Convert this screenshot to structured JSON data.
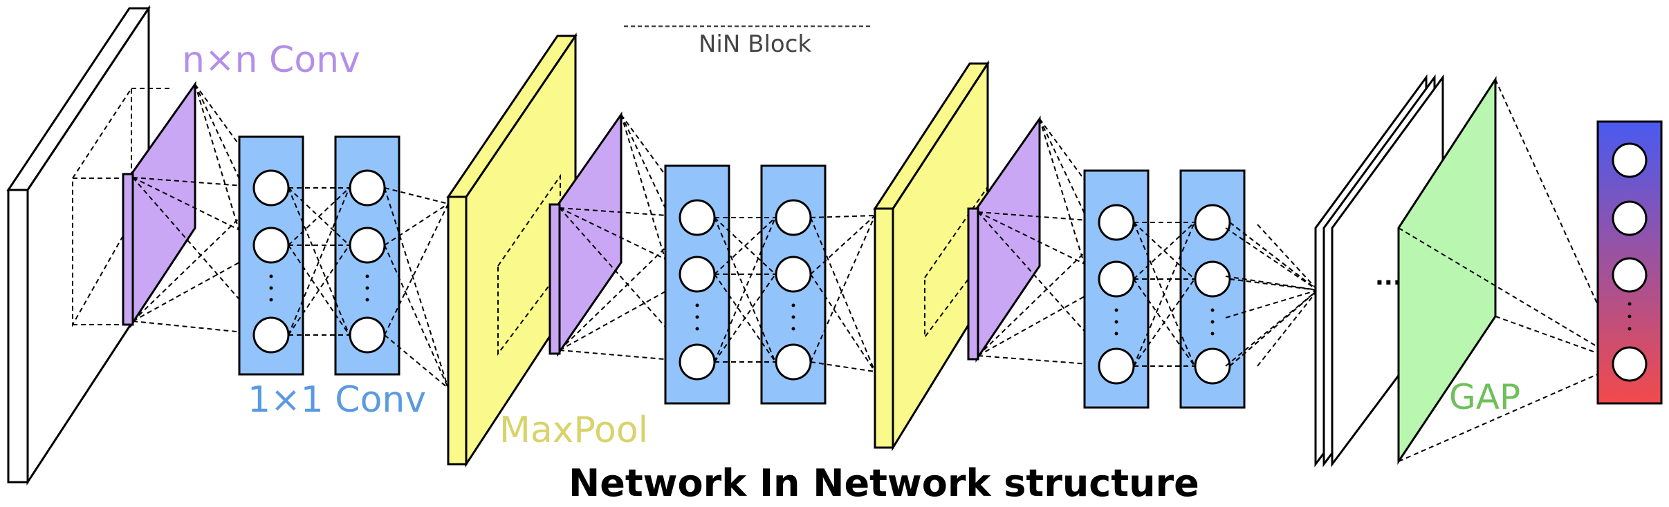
{
  "diagram": {
    "title": "Network In Network structure",
    "nin_block_label": "NiN Block",
    "labels": {
      "nxn_conv": "n×n Conv",
      "conv_1x1": "1×1 Conv",
      "maxpool": "MaxPool",
      "gap": "GAP",
      "ellipsis": "..."
    },
    "colors": {
      "nxn_conv": "#c9a7f5",
      "conv_1x1": "#93c3fb",
      "maxpool": "#fafa8c",
      "gap": "#b9f7b0",
      "conv_1x1_text": "#5b9ae0",
      "nxn_conv_text": "#b48ee8",
      "maxpool_text": "#d8d36a",
      "gap_text": "#6ec05a",
      "output_top": "#4a5af0",
      "output_bottom": "#f24a4a"
    },
    "nin_block_count": 3
  }
}
